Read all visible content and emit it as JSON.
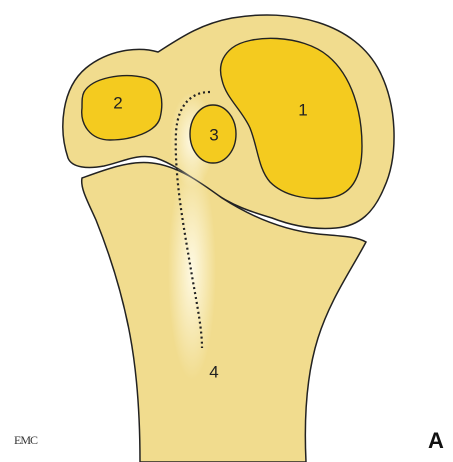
{
  "figure": {
    "labels": {
      "fossa_1": "1",
      "fossa_2": "2",
      "fossa_3": "3",
      "pathway_4": "4"
    },
    "logo": "EMC",
    "panel_letter": "A"
  },
  "colors": {
    "bone_fill": "#f1dc8e",
    "fossa_fill": "#f4cb1f",
    "outline": "#222222",
    "background": "#ffffff"
  }
}
